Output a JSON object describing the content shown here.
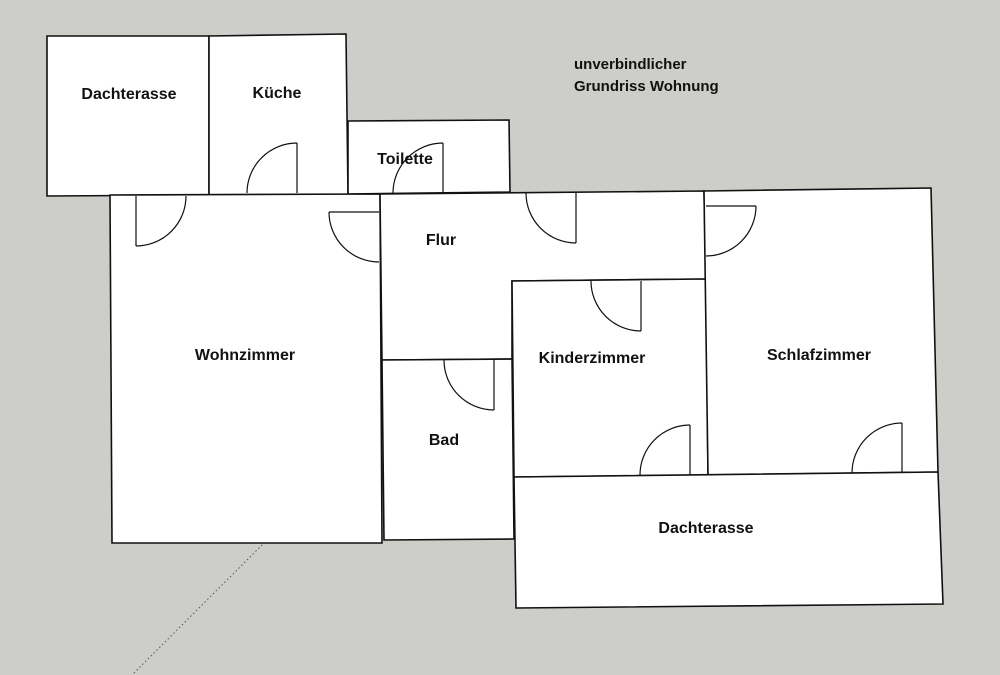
{
  "note": {
    "line1": "unverbindlicher",
    "line2": "Grundriss Wohnung"
  },
  "rooms": {
    "dachterasse_top": "Dachterasse",
    "kueche": "Küche",
    "toilette": "Toilette",
    "flur": "Flur",
    "wohnzimmer": "Wohnzimmer",
    "bad": "Bad",
    "kinderzimmer": "Kinderzimmer",
    "schlafzimmer": "Schlafzimmer",
    "dachterasse_bottom": "Dachterasse"
  },
  "colors": {
    "background": "#cdcdca",
    "walls": "#111111",
    "rooms": "#ffffff"
  }
}
